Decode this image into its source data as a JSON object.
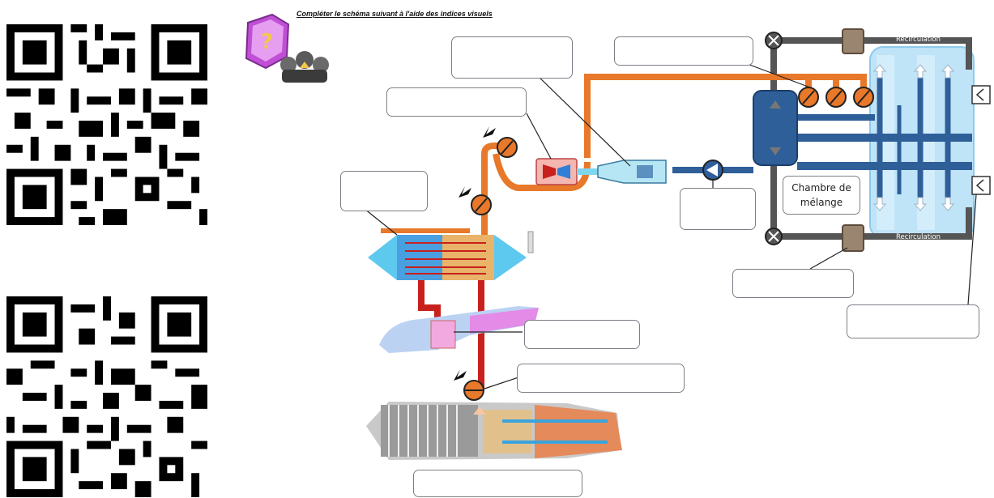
{
  "title": "Compléter le schéma suivant à l'aide des indices visuels",
  "mixing_chamber_line1": "Chambre de",
  "mixing_chamber_line2": "mélange",
  "recirculation_top": "Recirculation",
  "recirculation_bottom": "Recirculation",
  "blank_fields": 10,
  "colors": {
    "bleed_red": "#c8201c",
    "hot_orange": "#e8782a",
    "cold_blue": "#2f5f99",
    "recirc_grey": "#555555",
    "cabin_blue": "#bfe3f7",
    "box_border": "#7b8087"
  },
  "icons": [
    "qr-code-icon",
    "clash-badge-icon",
    "valve-icon",
    "electric-actuator-icon",
    "fan-icon",
    "filter-icon",
    "shutoff-valve-icon",
    "temperature-sensor-icon"
  ]
}
